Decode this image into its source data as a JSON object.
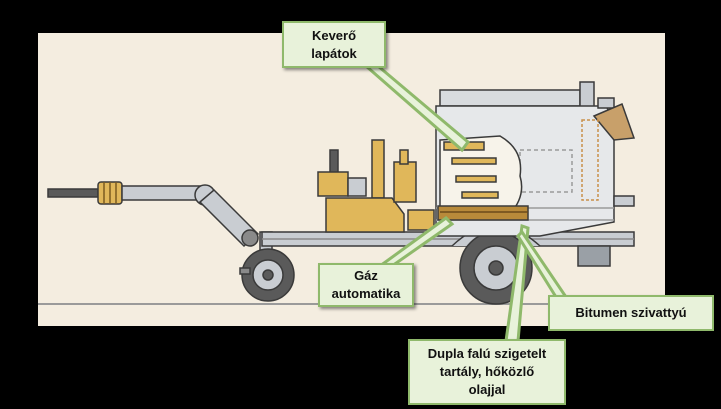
{
  "labels": {
    "mixing_paddles": "Keverő\nlapátok",
    "gas_automatics": "Gáz\nautomatika",
    "bitumen_pump": "Bitumen szivattyú",
    "double_wall_tank": "Dupla falú szigetelt\ntartály, hőközlő\nolajjal"
  },
  "colors": {
    "background": "#000000",
    "panel": "#f4ede0",
    "callout_fill": "#e8f2da",
    "callout_border": "#8fb96b",
    "machine_yellow": "#e0b75a",
    "machine_gray": "#c9cdd2",
    "outline": "#3a3a3a"
  }
}
